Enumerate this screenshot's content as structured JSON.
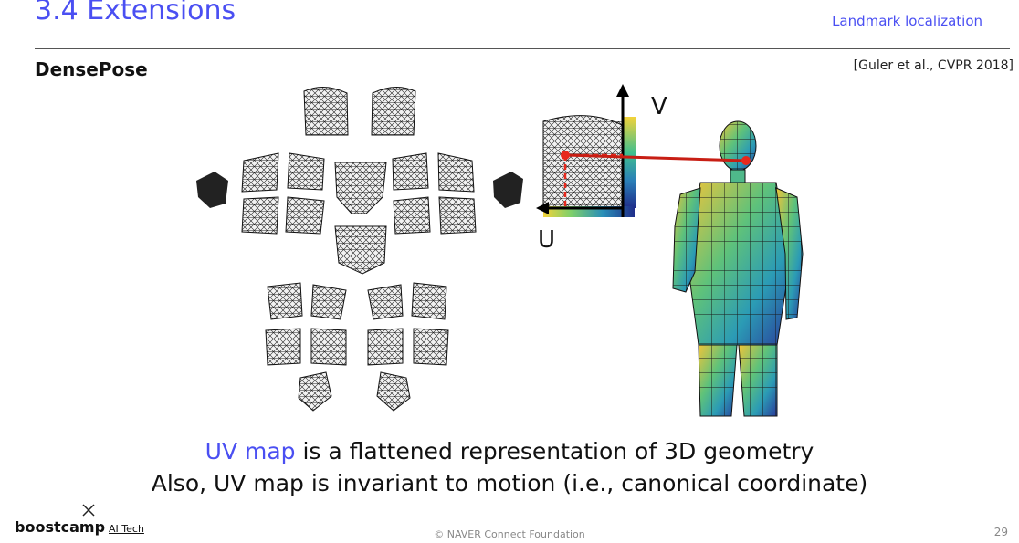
{
  "header": {
    "section_title": "3.4 Extensions",
    "topic": "Landmark localization"
  },
  "slide": {
    "subtitle": "DensePose",
    "citation": "[Guler et al., CVPR 2018]"
  },
  "figure": {
    "u_label": "U",
    "v_label": "V"
  },
  "caption": {
    "line1_highlight": "UV map",
    "line1_rest": " is a flattened representation of 3D geometry",
    "line2": "Also, UV map is invariant to motion (i.e., canonical coordinate)"
  },
  "footer": {
    "logo": "boostcamp",
    "logo_sub": "AI Tech",
    "copyright": "© NAVER Connect Foundation",
    "page_number": "29"
  },
  "colors": {
    "accent": "#4a4ff2",
    "marker": "#e8281c"
  }
}
